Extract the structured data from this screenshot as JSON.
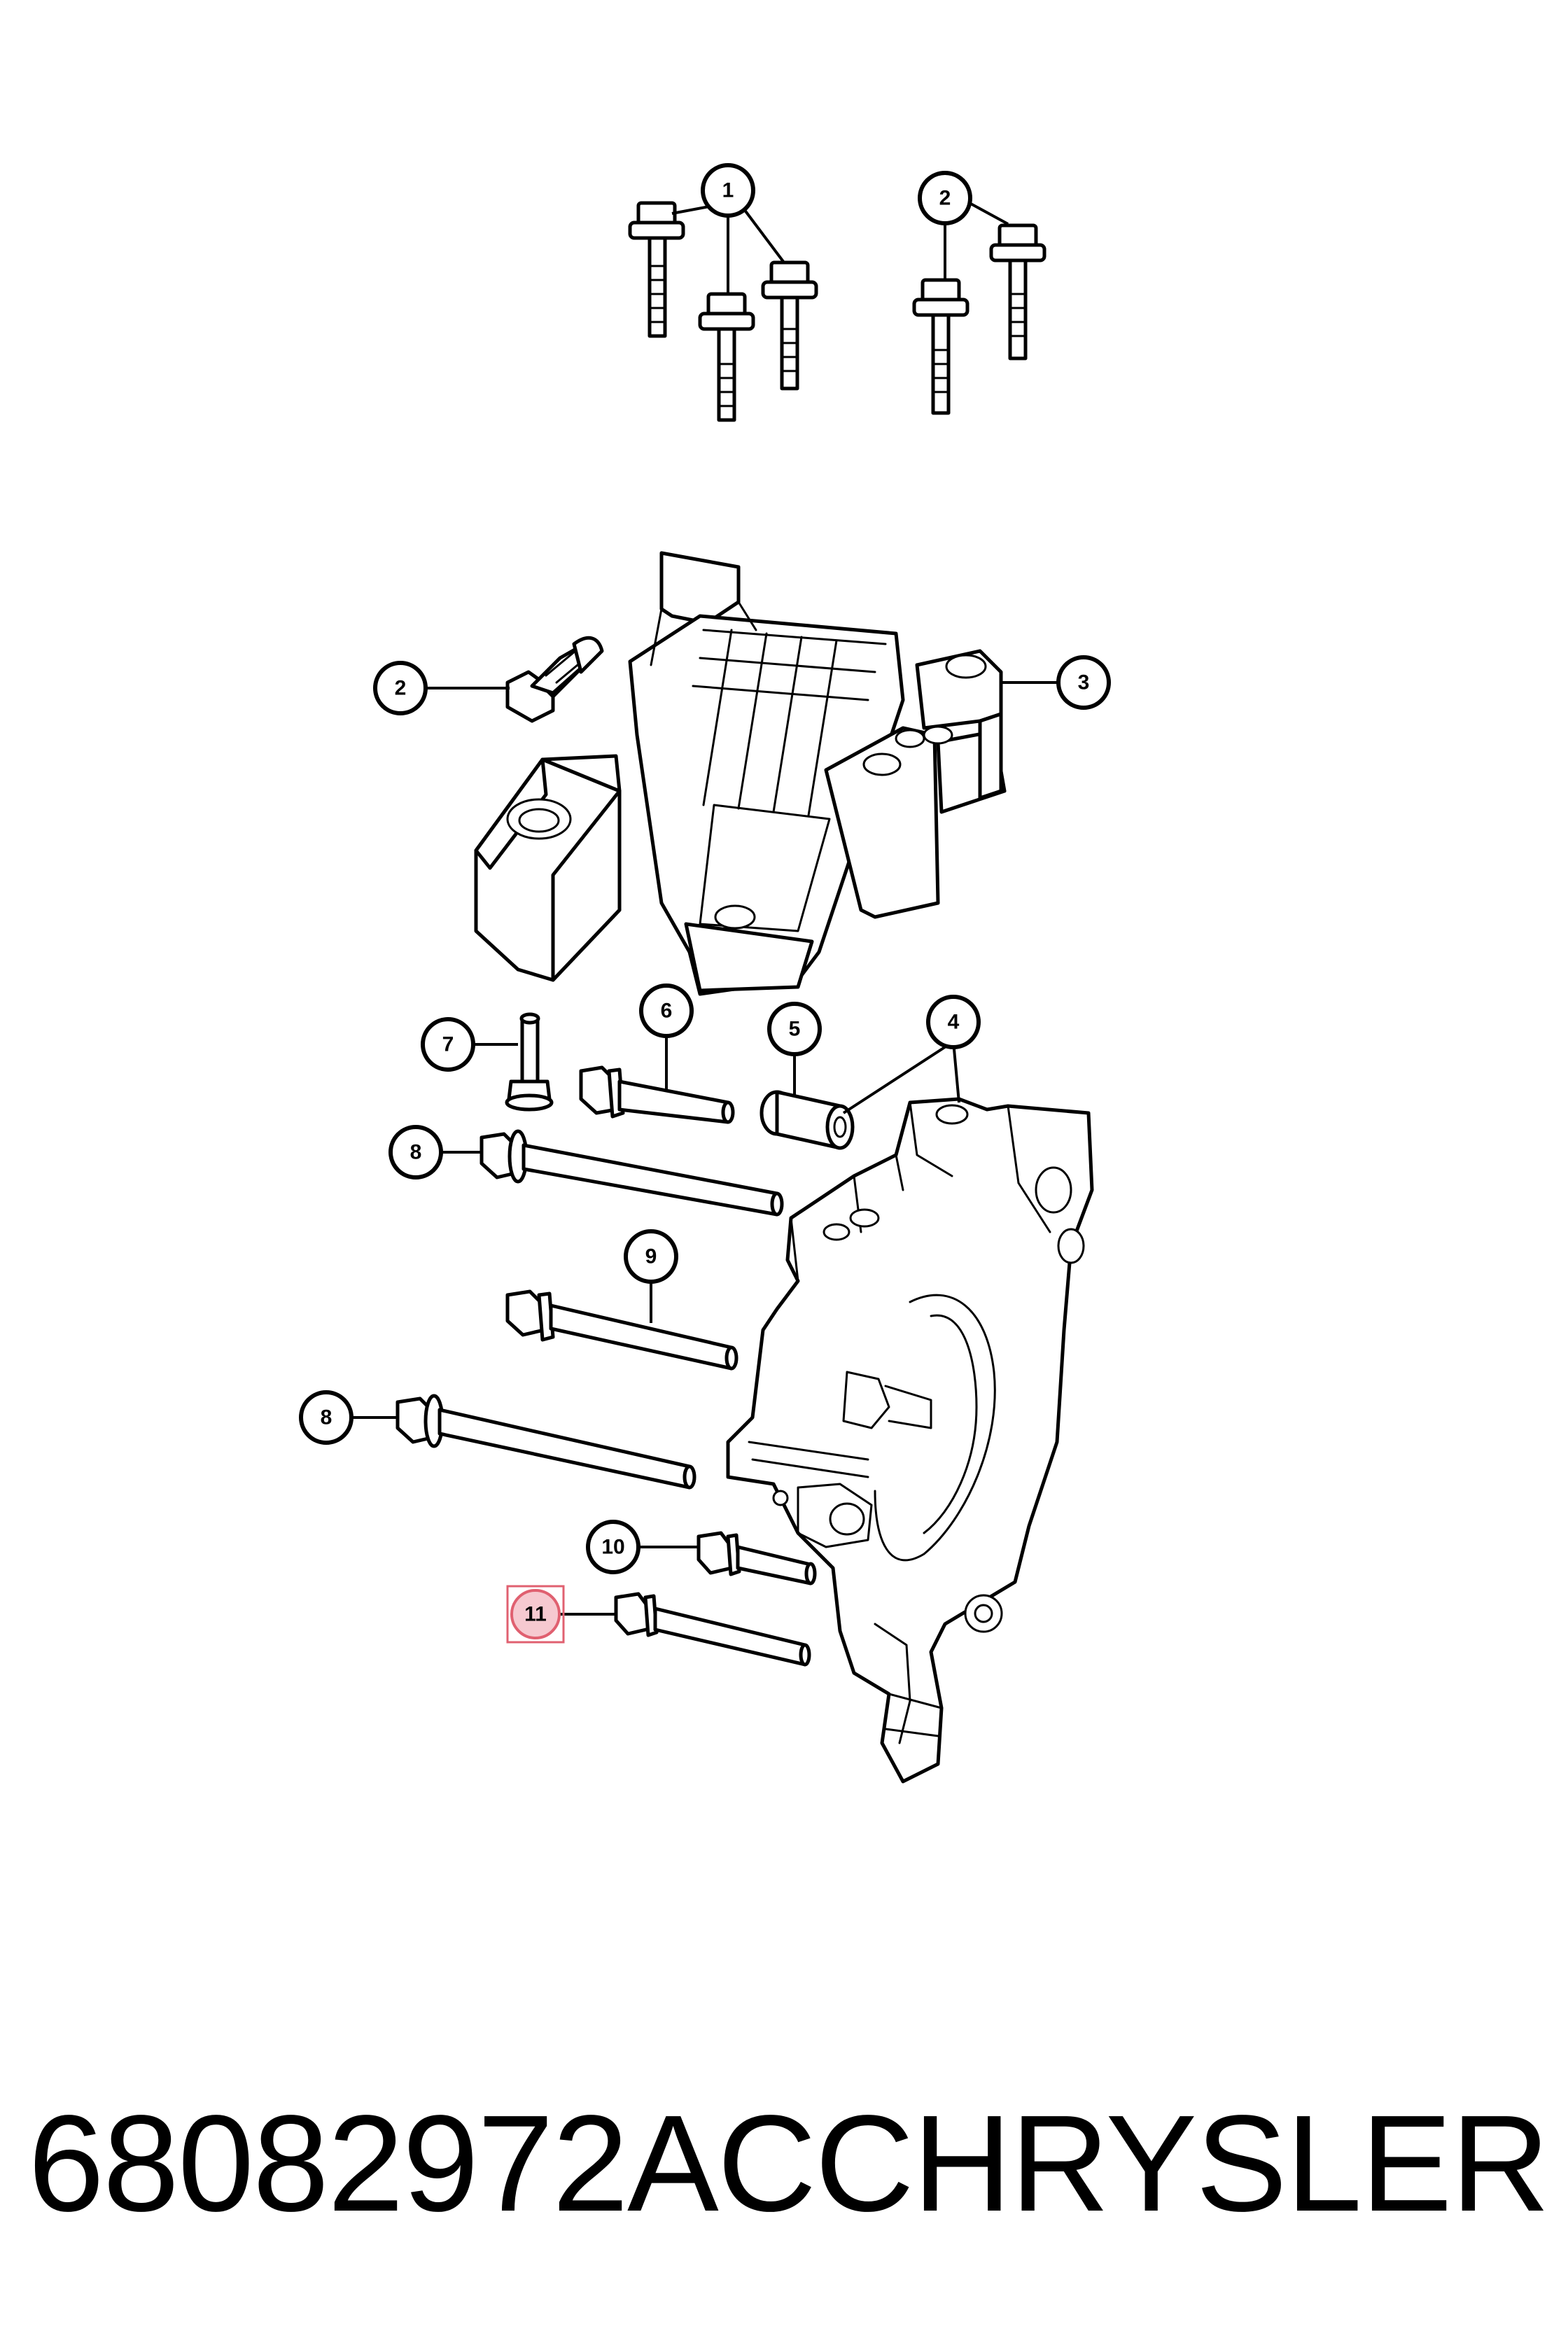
{
  "callouts": {
    "c1": "1",
    "c2a": "2",
    "c2b": "2",
    "c3": "3",
    "c4": "4",
    "c5": "5",
    "c6": "6",
    "c7": "7",
    "c8a": "8",
    "c8b": "8",
    "c9": "9",
    "c10": "10",
    "c11": "11"
  },
  "highlighted_callout": "11",
  "highlight_color": "#e06070",
  "footer": {
    "part_number": "68082972AC",
    "brand": "CHRYSLER"
  }
}
